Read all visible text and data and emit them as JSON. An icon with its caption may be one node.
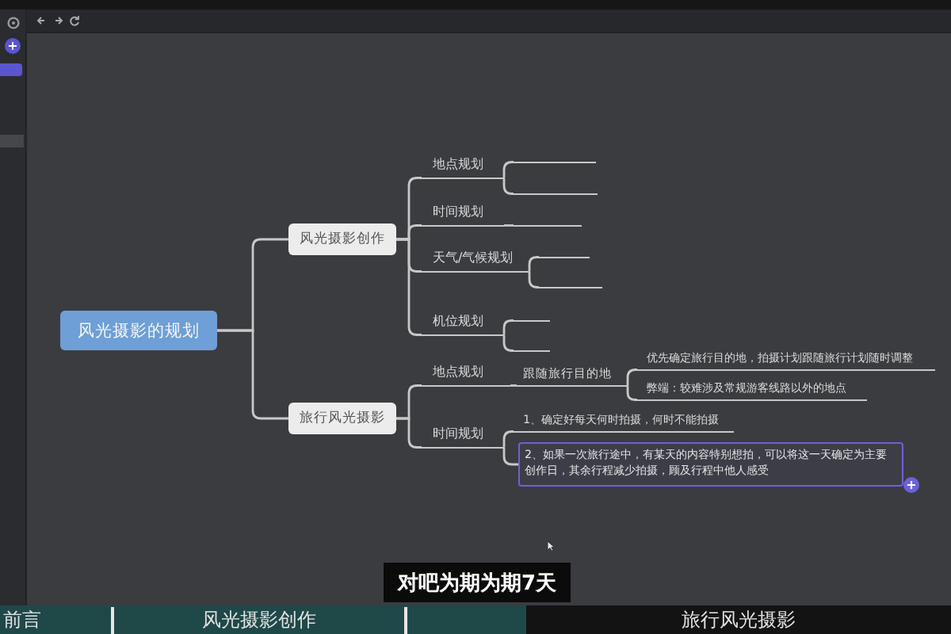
{
  "diagram": {
    "nodes": [
      {
        "text": [
          "风光摄影的规划"
        ]
      },
      {
        "text": [
          "风光摄影创作"
        ]
      },
      {
        "text": [
          "地点规划"
        ]
      },
      {
        "text": [],
        "shape": "line"
      },
      {
        "text": [],
        "shape": "line"
      },
      {
        "text": [
          "时间规划"
        ]
      },
      {
        "text": [],
        "shape": "line"
      },
      {
        "text": [
          "天气/气候规划"
        ]
      },
      {
        "text": [],
        "shape": "line"
      },
      {
        "text": [],
        "shape": "line"
      },
      {
        "text": [
          "机位规划"
        ]
      },
      {
        "text": [],
        "shape": "line"
      },
      {
        "text": [],
        "shape": "line"
      },
      {
        "text": [
          "旅行风光摄影"
        ]
      },
      {
        "text": [
          "地点规划"
        ]
      },
      {
        "text": [
          "跟随旅行目的地"
        ]
      },
      {
        "text": [
          "优先确定旅行目的地，拍摄计划跟随旅行计划随时调整"
        ]
      },
      {
        "text": [
          "弊端：较难涉及常规游客线路以外的地点"
        ]
      },
      {
        "text": [
          "时间规划"
        ]
      },
      {
        "text": [
          "1、确定好每天何时拍摄，何时不能拍摄"
        ]
      },
      {
        "text": [
          "2、如果一次旅行途中，有某天的内容特别想拍，可以将这一天确定为主要创作日，其余行程减少拍摄，顾及行程中他人感受"
        ]
      }
    ],
    "edges": [
      {
        "from": 0,
        "to": 1,
        "arrow": "none"
      },
      {
        "from": 0,
        "to": 13,
        "arrow": "none"
      },
      {
        "from": 1,
        "to": 2,
        "arrow": "none"
      },
      {
        "from": 1,
        "to": 5,
        "arrow": "none"
      },
      {
        "from": 1,
        "to": 7,
        "arrow": "none"
      },
      {
        "from": 1,
        "to": 10,
        "arrow": "none"
      },
      {
        "from": 2,
        "to": 3,
        "arrow": "none"
      },
      {
        "from": 2,
        "to": 4,
        "arrow": "none"
      },
      {
        "from": 5,
        "to": 6,
        "arrow": "none"
      },
      {
        "from": 7,
        "to": 8,
        "arrow": "none"
      },
      {
        "from": 7,
        "to": 9,
        "arrow": "none"
      },
      {
        "from": 10,
        "to": 11,
        "arrow": "none"
      },
      {
        "from": 10,
        "to": 12,
        "arrow": "none"
      },
      {
        "from": 13,
        "to": 14,
        "arrow": "none"
      },
      {
        "from": 13,
        "to": 18,
        "arrow": "none"
      },
      {
        "from": 14,
        "to": 15,
        "arrow": "none"
      },
      {
        "from": 15,
        "to": 16,
        "arrow": "none"
      },
      {
        "from": 15,
        "to": 17,
        "arrow": "none"
      },
      {
        "from": 18,
        "to": 19,
        "arrow": "none"
      },
      {
        "from": 18,
        "to": 20,
        "arrow": "none"
      }
    ],
    "labels": [
      "对吧为期为期7天",
      "前言",
      "风光摄影创作",
      "旅行风光摄影"
    ]
  }
}
